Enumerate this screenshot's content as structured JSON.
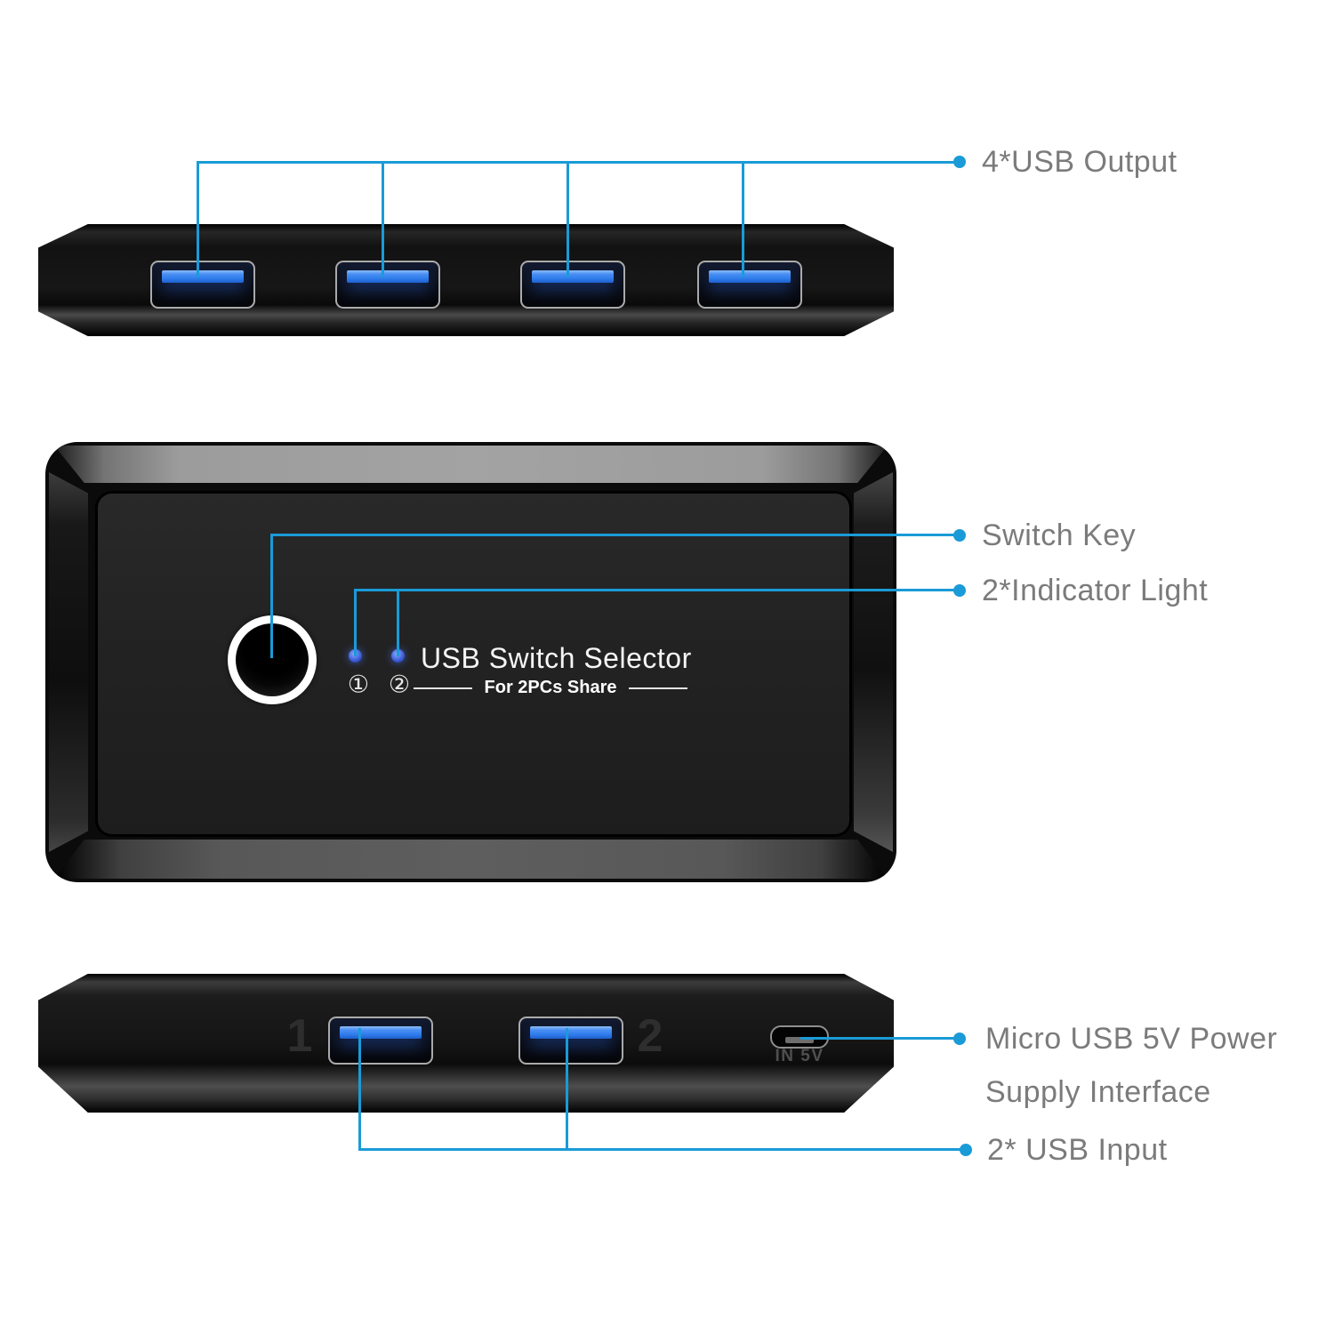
{
  "colors": {
    "accent": "#1a9bd7",
    "label_text": "#7b7b7b",
    "usb_blue": "#2f7ded"
  },
  "callouts": {
    "usb_output": {
      "label": "4*USB Output"
    },
    "switch_key": {
      "label": "Switch Key"
    },
    "indicator_light": {
      "label": "2*Indicator Light"
    },
    "power_supply": {
      "label_line1": "Micro USB 5V Power",
      "label_line2": "Supply Interface"
    },
    "usb_input": {
      "label": "2* USB Input"
    }
  },
  "device": {
    "front": {
      "title": "USB Switch Selector",
      "subtitle": "For 2PCs Share",
      "indicator_1": "①",
      "indicator_2": "②"
    },
    "bottom": {
      "input_port_1": "1",
      "input_port_2": "2",
      "power_label": "IN 5V"
    }
  }
}
